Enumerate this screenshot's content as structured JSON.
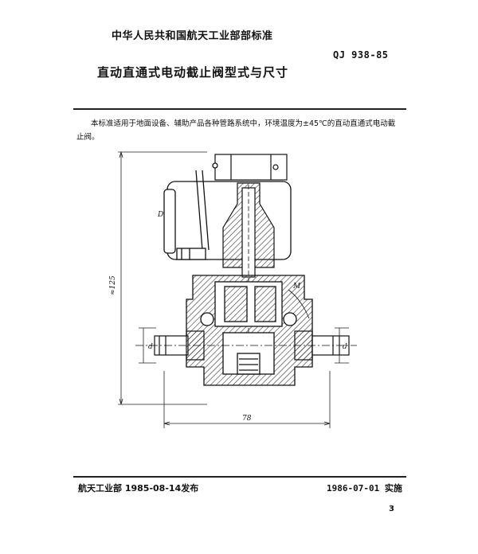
{
  "header": {
    "organization": "中华人民共和国航天工业部部标准",
    "standard_code": "QJ 938-85",
    "title": "直动直通式电动截止阀型式与尺寸"
  },
  "scope_text": "本标准适用于地面设备、辅助产品各种管路系统中，环境温度为±45℃的直动直通式电动截止阀。",
  "drawing": {
    "height_dim": "≈125",
    "width_dim": "78",
    "dim_left": "d",
    "dim_right": "d",
    "thread_label": "D",
    "angle_mark": "M"
  },
  "footer": {
    "issued": "航天工业部 1985-08-14发布",
    "effective": "1986-07-01 实施",
    "page_number": "3"
  }
}
